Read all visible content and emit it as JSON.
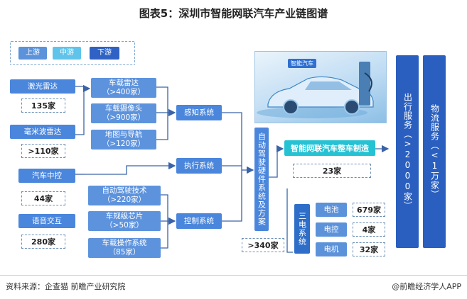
{
  "title": "图表5：深圳市智能网联汽车产业链图谱",
  "legend": {
    "upstream": "上游",
    "midstream": "中游",
    "downstream": "下游"
  },
  "upstream_left": {
    "lidar": {
      "label": "激光雷达",
      "count": "135家"
    },
    "mmwave": {
      "label": "毫米波雷达",
      "count": ">110家"
    },
    "vehicle_control": {
      "label": "汽车中控",
      "count": "44家"
    },
    "voice": {
      "label": "语音交互",
      "count": "280家"
    }
  },
  "upstream_mid": {
    "radar": "车载雷达\n（>400家）",
    "camera": "车载摄像头\n（>900家）",
    "map": "地图与导航\n（>120家）",
    "autodrive": "自动驾驶技术\n（>220家）",
    "chip": "车规级芯片\n（>50家）",
    "os": "车载操作系统\n（85家）"
  },
  "systems": {
    "perception": "感知系统",
    "execution": "执行系统",
    "control": "控制系统"
  },
  "hardware": {
    "label": "自动驾驶硬件系统及方案",
    "count": ">340家"
  },
  "image_tag": "智能汽车",
  "vehicle": {
    "label": "智能网联汽车整车制造",
    "count": "23家"
  },
  "tri_electric": {
    "label": "三电系统",
    "items": [
      {
        "label": "电池",
        "count": "679家"
      },
      {
        "label": "电控",
        "count": "4家"
      },
      {
        "label": "电机",
        "count": "32家"
      }
    ]
  },
  "downstream": {
    "travel": "出行服务（>2000家）",
    "logistics": "物流服务（<1万家）"
  },
  "footer": {
    "source": "资料来源：企查猫 前瞻产业研究院",
    "brand": "@前瞻经济学人APP"
  },
  "colors": {
    "upstream": "#4a86dc",
    "midstream": "#2e6ec8",
    "downstream": "#2a5fbf",
    "accent": "#25c2d4"
  }
}
